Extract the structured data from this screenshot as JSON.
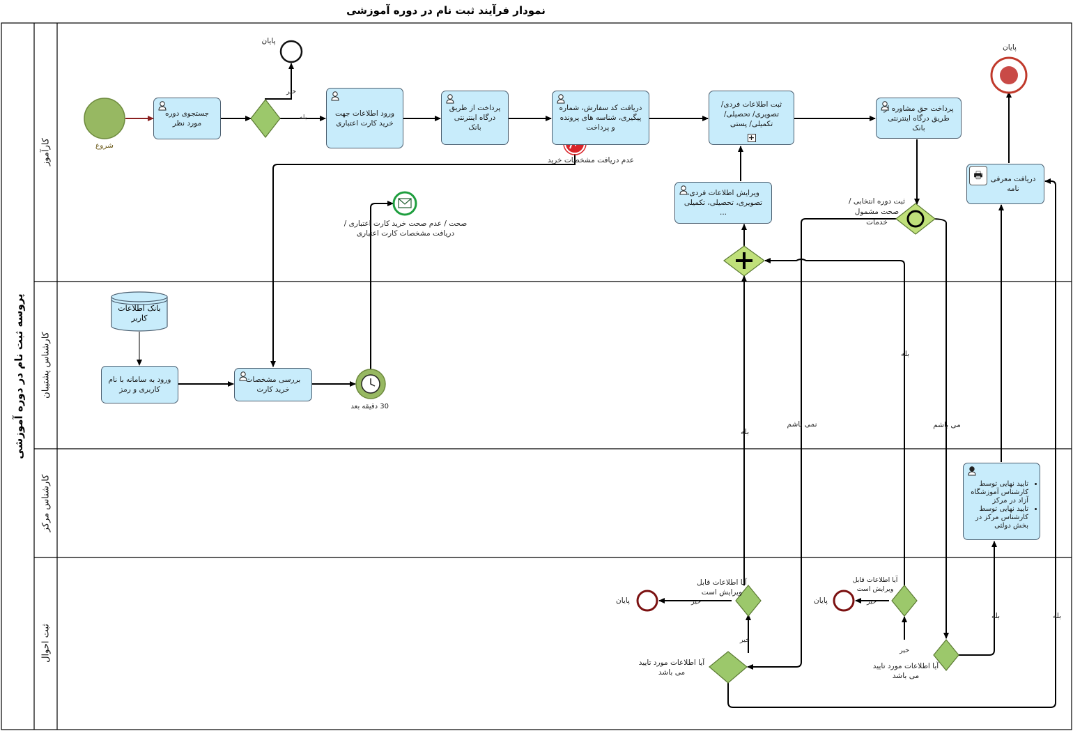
{
  "title": "نمودار فرآیند ثبت نام در دوره آموزشی",
  "pool_label": "پروسه ثبت نام در دوره آموزشی",
  "lanes": {
    "student": "کارآموز",
    "support": "کارشناس پشتیبان",
    "center": "کارشناس مرکز",
    "registry": "ثبت احوال"
  },
  "tasks": {
    "search_course": "جستجوی دوره مورد نظر",
    "enter_card_info": "ورود اطلاعات جهت خرید کارت اعتباری",
    "pay_bank": "پرداخت از طریق درگاه اینترنتی بانک",
    "receive_code": "دریافت کد سفارش، شماره پیگیری، شناسه های پرونده و پرداخت",
    "register_info": "ثبت اطلاعات فردی/تصویری/ تحصیلی/تکمیلی/ پستی",
    "pay_consult": "پرداخت حق مشاوره از طریق درگاه اینترنتی بانک",
    "receive_letter": "دریافت معرفی نامه",
    "edit_info": "ویرایش اطلاعات فردی، تصویری، تحصیلی، تکمیلی ...",
    "login": "ورود به سامانه با نام کاربری و رمز",
    "check_card": "بررسی مشخصات خرید کارت",
    "final_approval_1": "تایید نهایی توسط کارشناس آموزشگاه آزاد در مرکز",
    "final_approval_2": "تایید نهایی توسط کارشناس مرکز در بخش دولتی"
  },
  "data_store": "بانک اطلاعات کاربر",
  "labels": {
    "start": "شروع",
    "end_top": "پایان",
    "end_right": "پایان",
    "end_reg1": "پایان",
    "end_reg2": "پایان",
    "no_top": "خیر",
    "yes_top": "بله",
    "error_event": "عدم دریافت مشخصات خرید",
    "message_event": "صحت / عدم صحت خرید کارت اعتباری / دریافت مشخصات کارت اعتباری",
    "timer": "30 دقیقه بعد",
    "gateway_service": "ثبت دوره انتخابی / صحت مشمول خدمات",
    "yes_mid": "بله",
    "no_mid": "نمی باشم",
    "yes_left": "بله",
    "is_right": "می باشم",
    "q_editable_1": "آیا اطلاعات قابل ویرایش است",
    "q_editable_2": "آیا اطلاعات قابل ویرایش است",
    "no_reg1": "خیر",
    "no_reg2": "خیر",
    "no_reg3": "خیر",
    "no_reg4": "خیر",
    "q_approved_1": "آیا اطلاعات مورد تایید می باشد",
    "q_approved_2": "آیا اطلاعات مورد تایید می باشد",
    "yes_reg": "بله",
    "yes_far_right": "بله"
  },
  "colors": {
    "task_fill": "#c8ecfb",
    "gateway_fill": "#9cc86b",
    "start_fill": "#97b862",
    "end_stroke": "#7b1111",
    "error_fill": "#d9252a"
  }
}
